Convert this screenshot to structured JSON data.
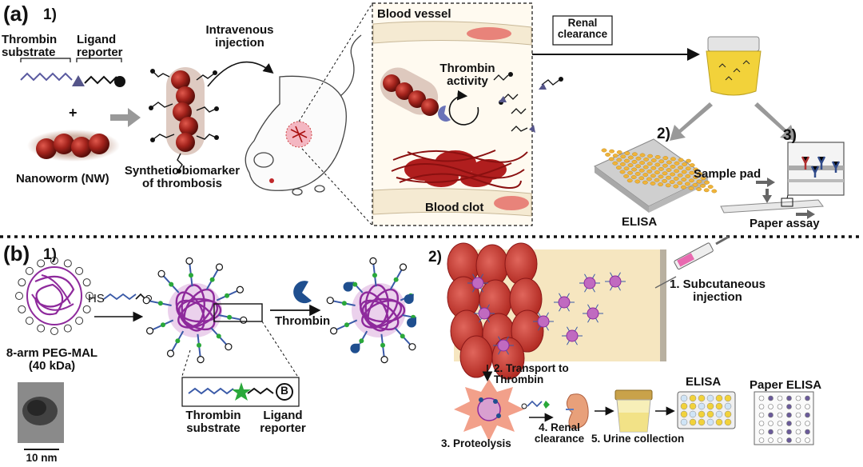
{
  "panel_a": {
    "label": "(a)",
    "step1": "1)",
    "thrombin_substrate": "Thrombin\nsubstrate",
    "ligand_reporter": "Ligand\nreporter",
    "plus": "+",
    "nanoworm": "Nanoworm (NW)",
    "synthetic_biomarker": "Synthetic biomarker\nof thrombosis",
    "injection": "Intravenous\ninjection",
    "blood_vessel": "Blood vessel",
    "thrombin_activity": "Thrombin\nactivity",
    "blood_clot": "Blood clot",
    "renal_clearance": "Renal\nclearance",
    "step2": "2)",
    "step3": "3)",
    "elisa": "ELISA",
    "sample_pad": "Sample pad",
    "paper_assay": "Paper assay"
  },
  "panel_b": {
    "label": "(b)",
    "step1": "1)",
    "hs": "HS",
    "peg_mal": "8-arm PEG-MAL\n(40 kDa)",
    "scale": "10 nm",
    "thrombin": "Thrombin",
    "thrombin_substrate": "Thrombin\nsubstrate",
    "ligand_reporter": "Ligand\nreporter",
    "reporter_letter": "B",
    "step2": "2)",
    "subcutaneous": "1. Subcutaneous\ninjection",
    "transport": "2. Transport to\nThrombin",
    "proteolysis": "3. Proteolysis",
    "renal": "4. Renal\nclearance",
    "urine": "5. Urine collection",
    "elisa": "ELISA",
    "paper_elisa": "Paper ELISA"
  },
  "colors": {
    "nanoworm": "#a3231c",
    "polymer": "#8e2a9c",
    "thrombin": "#1f4f8f",
    "clot": "#b01e1e",
    "substrate": "#5a5aa0",
    "green_star": "#2aa83a",
    "urine": "#f2d23a"
  }
}
